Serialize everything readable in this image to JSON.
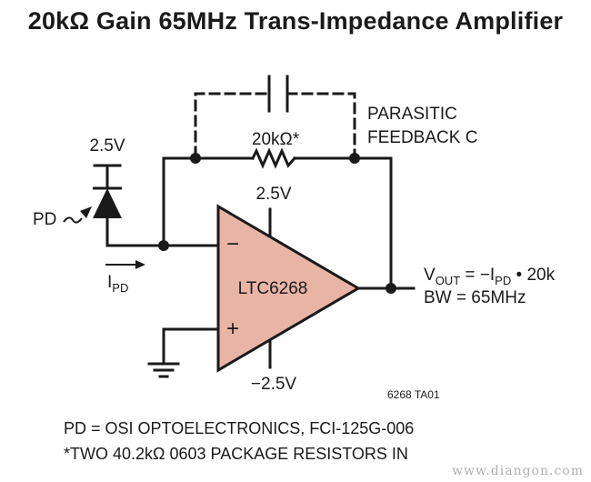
{
  "title": "20kΩ Gain 65MHz Trans-Impedance Amplifier",
  "labels": {
    "supply_diode": "2.5V",
    "pd": "PD",
    "ipd_main": "I",
    "ipd_sub": "PD",
    "resistor": "20kΩ*",
    "parasitic_line1": "PARASITIC",
    "parasitic_line2": "FEEDBACK C",
    "vplus": "2.5V",
    "vminus": "−2.5V",
    "opamp": "LTC6268",
    "minus_sign": "−",
    "plus_sign": "+",
    "vout_v": "V",
    "vout_sub": "OUT",
    "vout_mid": " = −I",
    "vout_sub2": "PD",
    "vout_end": " • 20k",
    "bw": "BW = 65MHz",
    "figure_id": "6268 TA01"
  },
  "notes": {
    "line1": "PD = OSI OPTOELECTRONICS, FCI-125G-006",
    "line2": "*TWO 40.2kΩ 0603 PACKAGE RESISTORS IN"
  },
  "watermark": "www.diangon.com",
  "colors": {
    "opamp_fill": "#e8b4a6",
    "wire": "#1a1a1a"
  }
}
